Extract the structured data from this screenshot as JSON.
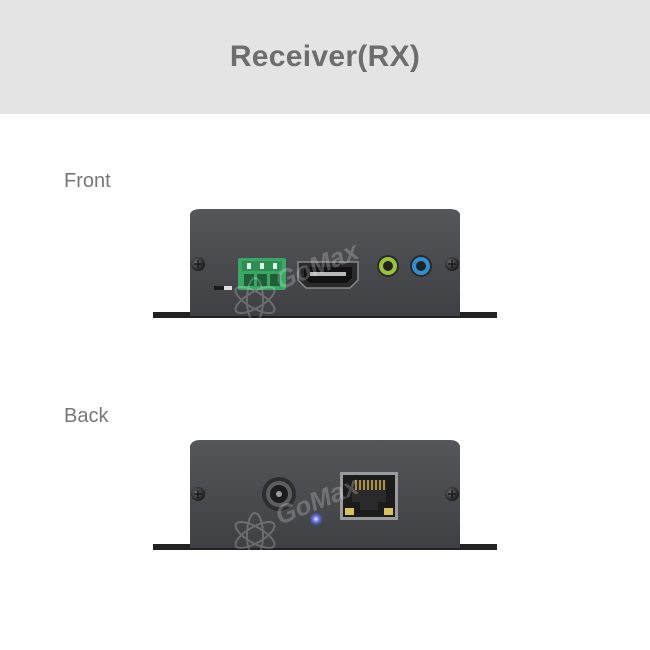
{
  "header": {
    "title": "Receiver(RX)"
  },
  "sections": {
    "front": {
      "label": "Front"
    },
    "back": {
      "label": "Back"
    }
  },
  "watermark": {
    "text": "GoMax"
  },
  "colors": {
    "header_bg": "#e4e4e4",
    "title": "#6d6d6d",
    "label": "#777777",
    "device_body": "#4a4b4f",
    "terminal_green": "#3aa864",
    "audio_green": "#9bc23c",
    "audio_blue": "#2f8fd0",
    "led_blue": "#4a5cff"
  }
}
